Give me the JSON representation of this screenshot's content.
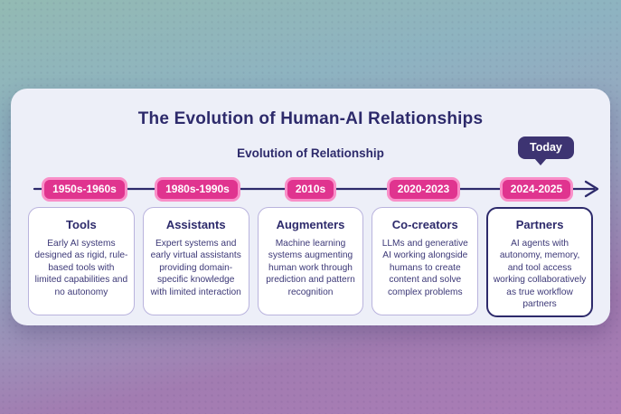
{
  "panel": {
    "title": "The Evolution of Human-AI Relationships",
    "subtitle": "Evolution of Relationship",
    "today_label": "Today"
  },
  "eras": [
    {
      "period": "1950s-1960s",
      "name": "Tools",
      "description": "Early AI systems designed as rigid, rule-based tools with limited capabilities and no autonomy"
    },
    {
      "period": "1980s-1990s",
      "name": "Assistants",
      "description": "Expert systems and early virtual assistants providing domain-specific knowledge with limited interaction"
    },
    {
      "period": "2010s",
      "name": "Augmenters",
      "description": "Machine learning systems augmenting human work through prediction and pattern recognition"
    },
    {
      "period": "2020-2023",
      "name": "Co-creators",
      "description": "LLMs and generative AI working alongside humans to create content and solve complex problems"
    },
    {
      "period": "2024-2025",
      "name": "Partners",
      "description": "AI agents with autonomy, memory, and tool access working collaboratively as true workflow partners"
    }
  ],
  "colors": {
    "accent_pink": "#e0348f",
    "accent_pink_light": "#f98fc8",
    "heading_navy": "#2d2a6b",
    "body_text": "#3c3877",
    "today_badge_bg": "#3d3472",
    "card_border": "#b9b3dd",
    "panel_bg": "#edeff8",
    "bg_top": "#93bab3",
    "bg_bottom": "#aa7cb6"
  }
}
